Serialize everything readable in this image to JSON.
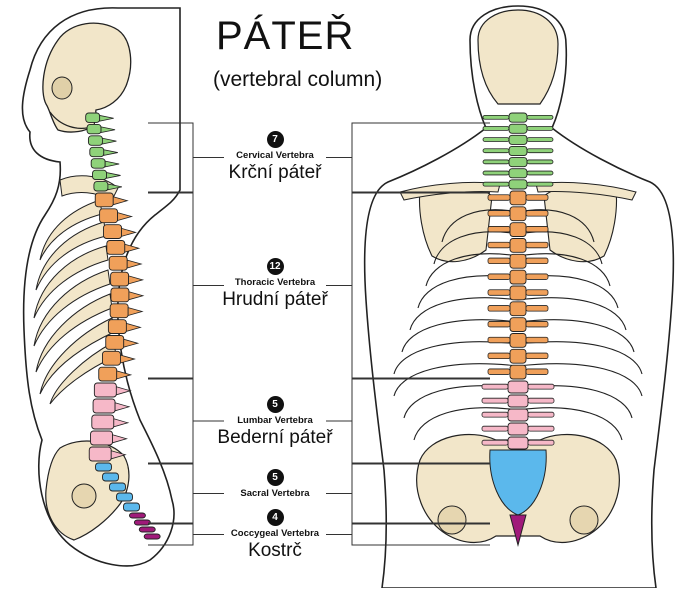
{
  "title": "PÁTEŘ",
  "subtitle": "(vertebral column)",
  "colors": {
    "cervical": "#8fd27a",
    "thoracic": "#f0a05a",
    "lumbar": "#f6b8c8",
    "sacral": "#5bb8ec",
    "coccygeal": "#a01a7a",
    "bone": "#f2e6c9",
    "outline": "#222222"
  },
  "regions": [
    {
      "count": "7",
      "english": "Cervical Vertebra",
      "czech": "Krční páteř"
    },
    {
      "count": "12",
      "english": "Thoracic Vertebra",
      "czech": "Hrudní páteř"
    },
    {
      "count": "5",
      "english": "Lumbar Vertebra",
      "czech": "Bederní páteř"
    },
    {
      "count": "5",
      "english": "Sacral Vertebra",
      "czech": ""
    },
    {
      "count": "4",
      "english": "Coccygeal Vertebra",
      "czech": "Kostrč"
    }
  ]
}
